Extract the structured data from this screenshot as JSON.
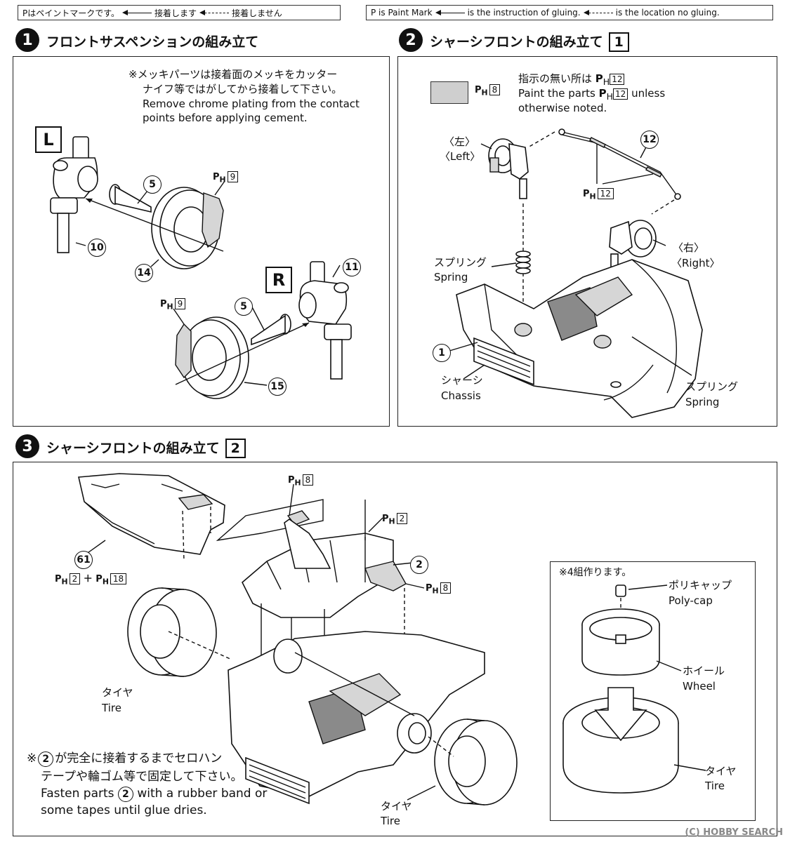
{
  "legend_jp": {
    "mark": "Pはペイントマークです。",
    "glue": "接着します",
    "no_glue": "接着しません"
  },
  "legend_en": {
    "mark": "P is Paint Mark",
    "glue": "is the instruction of gluing.",
    "no_glue": "is the location no gluing."
  },
  "step1": {
    "number": "1",
    "title": "フロントサスペンションの組み立て",
    "note_jp_1": "※メッキパーツは接着面のメッキをカッター",
    "note_jp_2": "ナイフ等ではがしてから接着して下さい。",
    "note_en_1": "Remove chrome plating from the contact",
    "note_en_2": "points before applying cement.",
    "left_tag": "L",
    "right_tag": "R",
    "parts": {
      "p5": "5",
      "p9": "9",
      "p10": "10",
      "p11": "11",
      "p14": "14",
      "p15": "15"
    }
  },
  "step2": {
    "number": "2",
    "title": "シャーシフロントの組み立て",
    "box": "1",
    "swatch_code": "8",
    "note_jp": "指示の無い所は",
    "note_code": "12",
    "note_en_1": "Paint the parts",
    "note_en_2": "unless",
    "note_en_3": "otherwise noted.",
    "left_jp": "〈左〉",
    "left_en": "〈Left〉",
    "right_jp": "〈右〉",
    "right_en": "〈Right〉",
    "spring_jp": "スプリング",
    "spring_en": "Spring",
    "chassis_jp": "シャーシ",
    "chassis_en": "Chassis",
    "parts": {
      "p1": "1",
      "p12": "12"
    }
  },
  "step3": {
    "number": "3",
    "title": "シャーシフロントの組み立て",
    "box": "2",
    "paint_codes": {
      "c8a": "8",
      "c2": "2",
      "c8b": "8",
      "c61a": "2",
      "c61b": "18"
    },
    "parts": {
      "p61": "61",
      "p2": "2"
    },
    "tire_jp": "タイヤ",
    "tire_en": "Tire",
    "inset_note": "※4組作ります。",
    "polycap_jp": "ポリキャップ",
    "polycap_en": "Poly-cap",
    "wheel_jp": "ホイール",
    "wheel_en": "Wheel",
    "note_jp_1": "※",
    "note_jp_1b": "が完全に接着するまでセロハン",
    "note_jp_2": "テープや輪ゴム等で固定して下さい。",
    "note_en_1a": "Fasten parts",
    "note_en_1b": "with a rubber band or",
    "note_en_2": "some tapes until glue dries.",
    "note_part": "2"
  },
  "paint_prefix": "P",
  "paint_sub": "H",
  "watermark": "(C) HOBBY SEARCH"
}
